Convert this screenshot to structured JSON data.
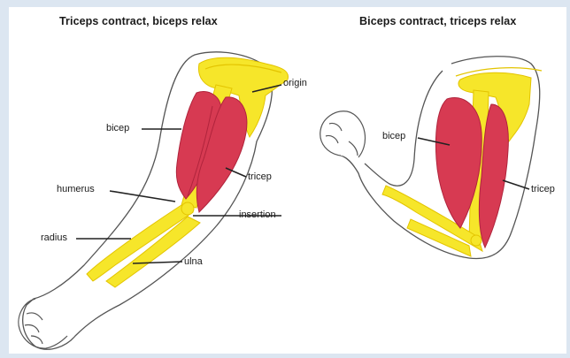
{
  "left_diagram": {
    "title": "Triceps contract, biceps relax",
    "labels": {
      "origin": "origin",
      "bicep": "bicep",
      "tricep": "tricep",
      "humerus": "humerus",
      "insertion": "insertion",
      "radius": "radius",
      "ulna": "ulna"
    }
  },
  "right_diagram": {
    "title": "Biceps contract, triceps relax",
    "labels": {
      "bicep": "bicep",
      "tricep": "tricep"
    }
  },
  "colors": {
    "bone": "#f6e62a",
    "bone_dark": "#e3c400",
    "muscle": "#d73a52",
    "muscle_dark": "#b0243c",
    "skin_outline": "#555555",
    "background": "#dce6f1"
  }
}
